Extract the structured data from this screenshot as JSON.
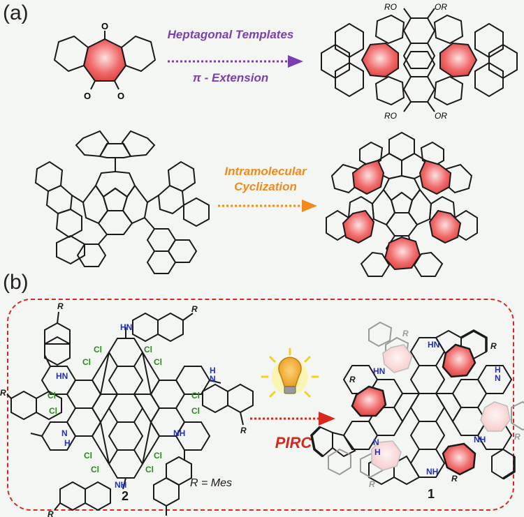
{
  "panels": {
    "a": "(a)",
    "b": "(b)"
  },
  "reaction1": {
    "arrow_label_1": "Heptagonal Templates",
    "arrow_label_2": "π - Extension",
    "reactant_substituent": "O",
    "product_substituent": "RO",
    "product_substituent_right": "OR",
    "arrow_color": "#7b3fb0"
  },
  "reaction2": {
    "arrow_label_1": "Intramolecular",
    "arrow_label_2": "Cyclization",
    "arrow_color": "#f28a1e"
  },
  "reaction3": {
    "arrow_label": "PIRC",
    "arrow_color": "#d8281e",
    "reactant_number": "2",
    "product_number": "1",
    "r_definition": "R = Mes",
    "labels": {
      "cl": "Cl",
      "nh": "NH",
      "hn": "HN",
      "n": "N",
      "h": "H",
      "r": "R"
    },
    "icon": "lightbulb-icon"
  },
  "colors": {
    "heptagon": "#f06a6a",
    "nh_blue": "#1f2fd0",
    "cl_green": "#2a8a1e"
  }
}
